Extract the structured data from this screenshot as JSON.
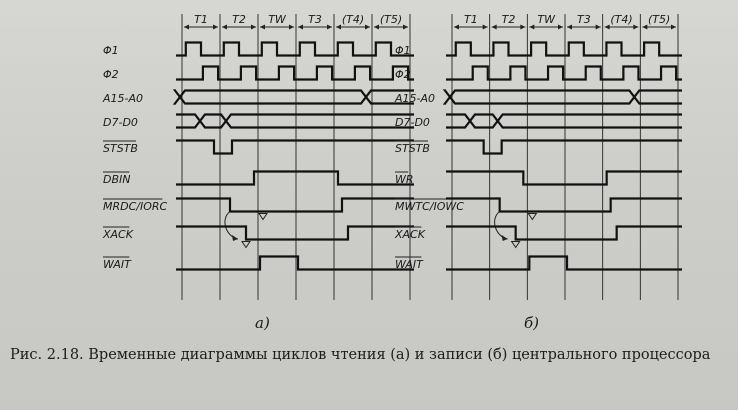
{
  "periods": [
    "T1",
    "T2",
    "TW",
    "T3",
    "(T4)",
    "(T5)"
  ],
  "panels": [
    {
      "tag": "а)",
      "signals": [
        "Φ1",
        "Φ2",
        "A15-A0",
        "D7-D0",
        "STSTB",
        "DBIN",
        "MRDC/IORC",
        "XACK",
        "WAIT"
      ]
    },
    {
      "tag": "б)",
      "signals": [
        "Φ1",
        "Φ2",
        "A15-A0",
        "D7-D0",
        "STSTB",
        "WR",
        "MWTC/IOWC",
        "XACK",
        "WAIT"
      ]
    }
  ],
  "overbar_signals": [
    "STSTB",
    "DBIN",
    "MRDC/IORC",
    "WR",
    "MWTC/IOWC",
    "XACK",
    "WAIT"
  ],
  "caption": "Рис. 2.18. Временные диаграммы циклов чтения (а) и записи (б) центрального процессора"
}
